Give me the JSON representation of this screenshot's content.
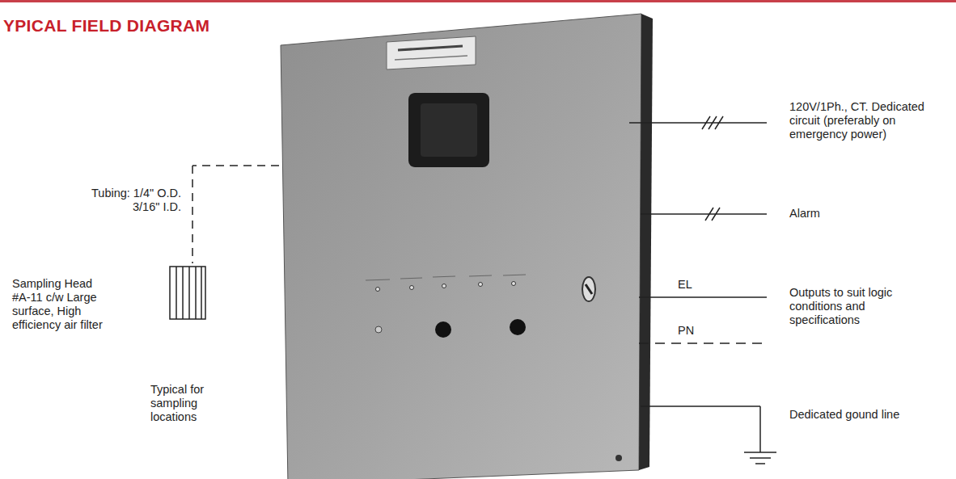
{
  "diagram": {
    "title": "YPICAL FIELD DIAGRAM",
    "labels": [
      "Tubing: 1/4\" O.D. 3/16\" I.D.",
      "Sampling Head #A-11 c/w Large surface, High efficiency air filter",
      "Typical for sampling locations",
      "120V/1Ph., CT. Dedicated circuit (preferably on emergency power)",
      "Alarm",
      "EL",
      "PN",
      "Outputs to suit logic conditions and specifications",
      "Dedicated gound line"
    ]
  }
}
